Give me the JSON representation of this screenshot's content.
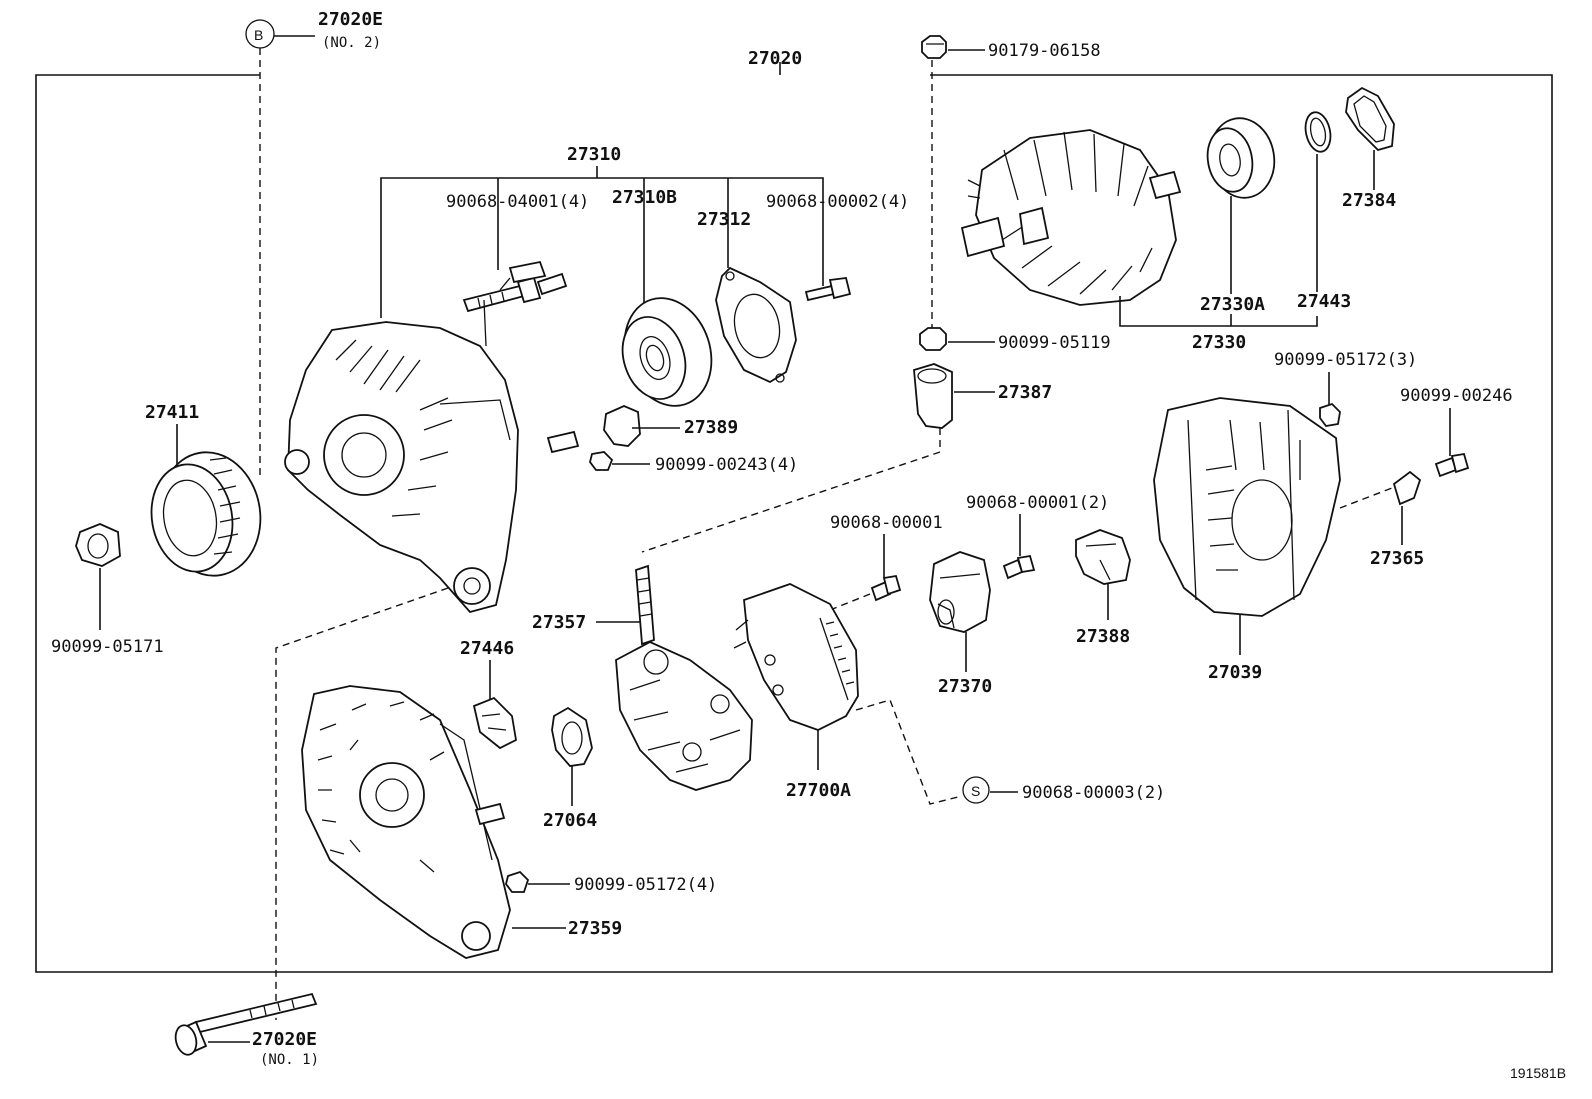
{
  "diagram": {
    "assembly_number": "27020",
    "reference_code": "191581B",
    "parts": [
      {
        "id": "p27020e2",
        "number": "27020E",
        "note": "(NO. 2)",
        "callout": "B"
      },
      {
        "id": "p27020e1",
        "number": "27020E",
        "note": "(NO. 1)"
      },
      {
        "id": "p90179",
        "number": "90179-06158"
      },
      {
        "id": "p27310",
        "number": "27310"
      },
      {
        "id": "p90068_04001",
        "number": "90068-04001(4)"
      },
      {
        "id": "p27310b",
        "number": "27310B"
      },
      {
        "id": "p27312",
        "number": "27312"
      },
      {
        "id": "p90068_00002",
        "number": "90068-00002(4)"
      },
      {
        "id": "p27384",
        "number": "27384"
      },
      {
        "id": "p27330a",
        "number": "27330A"
      },
      {
        "id": "p27443",
        "number": "27443"
      },
      {
        "id": "p27330",
        "number": "27330"
      },
      {
        "id": "p90099_05119",
        "number": "90099-05119"
      },
      {
        "id": "p27387",
        "number": "27387"
      },
      {
        "id": "p27389",
        "number": "27389"
      },
      {
        "id": "p90099_00243",
        "number": "90099-00243(4)"
      },
      {
        "id": "p27411",
        "number": "27411"
      },
      {
        "id": "p90099_05171",
        "number": "90099-05171"
      },
      {
        "id": "p90099_05172_3",
        "number": "90099-05172(3)"
      },
      {
        "id": "p90099_00246",
        "number": "90099-00246"
      },
      {
        "id": "p90068_00001_2",
        "number": "90068-00001(2)"
      },
      {
        "id": "p90068_00001",
        "number": "90068-00001"
      },
      {
        "id": "p27365",
        "number": "27365"
      },
      {
        "id": "p27357",
        "number": "27357"
      },
      {
        "id": "p27446",
        "number": "27446"
      },
      {
        "id": "p27388",
        "number": "27388"
      },
      {
        "id": "p27370",
        "number": "27370"
      },
      {
        "id": "p27039",
        "number": "27039"
      },
      {
        "id": "p27700a",
        "number": "27700A"
      },
      {
        "id": "p27064",
        "number": "27064"
      },
      {
        "id": "p90068_00003",
        "number": "90068-00003(2)",
        "callout": "S"
      },
      {
        "id": "p90099_05172_4",
        "number": "90099-05172(4)"
      },
      {
        "id": "p27359",
        "number": "27359"
      }
    ]
  }
}
